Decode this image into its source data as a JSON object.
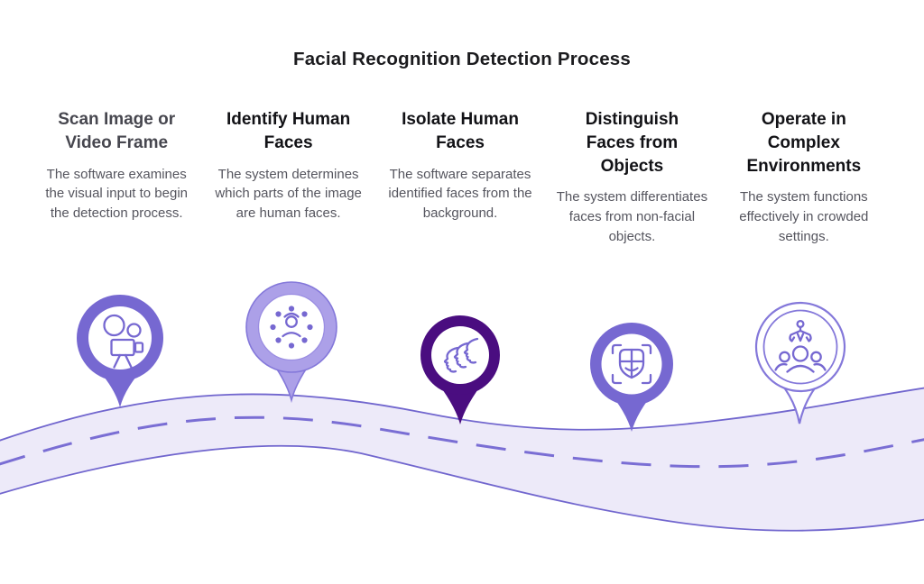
{
  "title": "Facial Recognition Detection Process",
  "colors": {
    "accent": "#7668D1",
    "outline": "#8478DA",
    "inner_ring": "#9A8DE2",
    "road_fill": "#EDEAF9",
    "road_stroke": "#7166CE",
    "dash": "#7A6ED4",
    "heading": "#121216",
    "heading_first": "#47474F",
    "body_text": "#55555E",
    "title_text": "#1B1B1E"
  },
  "steps": [
    {
      "title": "Scan Image or Video Frame",
      "description": "The software examines the visual input to begin the detection process.",
      "icon": "video-camera-icon",
      "pin_color": "#7668D1",
      "pin_style": "solid"
    },
    {
      "title": "Identify Human Faces",
      "description": "The system determines which parts of the image are human faces.",
      "icon": "face-detection-dots-icon",
      "pin_color": "#ACA0E8",
      "pin_style": "light-outlined"
    },
    {
      "title": "Isolate Human Faces",
      "description": "The software separates identified faces from the background.",
      "icon": "face-profiles-icon",
      "pin_color": "#4A0D80",
      "pin_style": "solid"
    },
    {
      "title": "Distinguish Faces from Objects",
      "description": "The system differentiates faces from non-facial objects.",
      "icon": "face-scan-frame-icon",
      "pin_color": "#7668D1",
      "pin_style": "solid"
    },
    {
      "title": "Operate in Complex Environments",
      "description": "The system functions effectively in crowded settings.",
      "icon": "crowd-detection-icon",
      "pin_color": "#FFFFFF",
      "pin_style": "outline"
    }
  ]
}
